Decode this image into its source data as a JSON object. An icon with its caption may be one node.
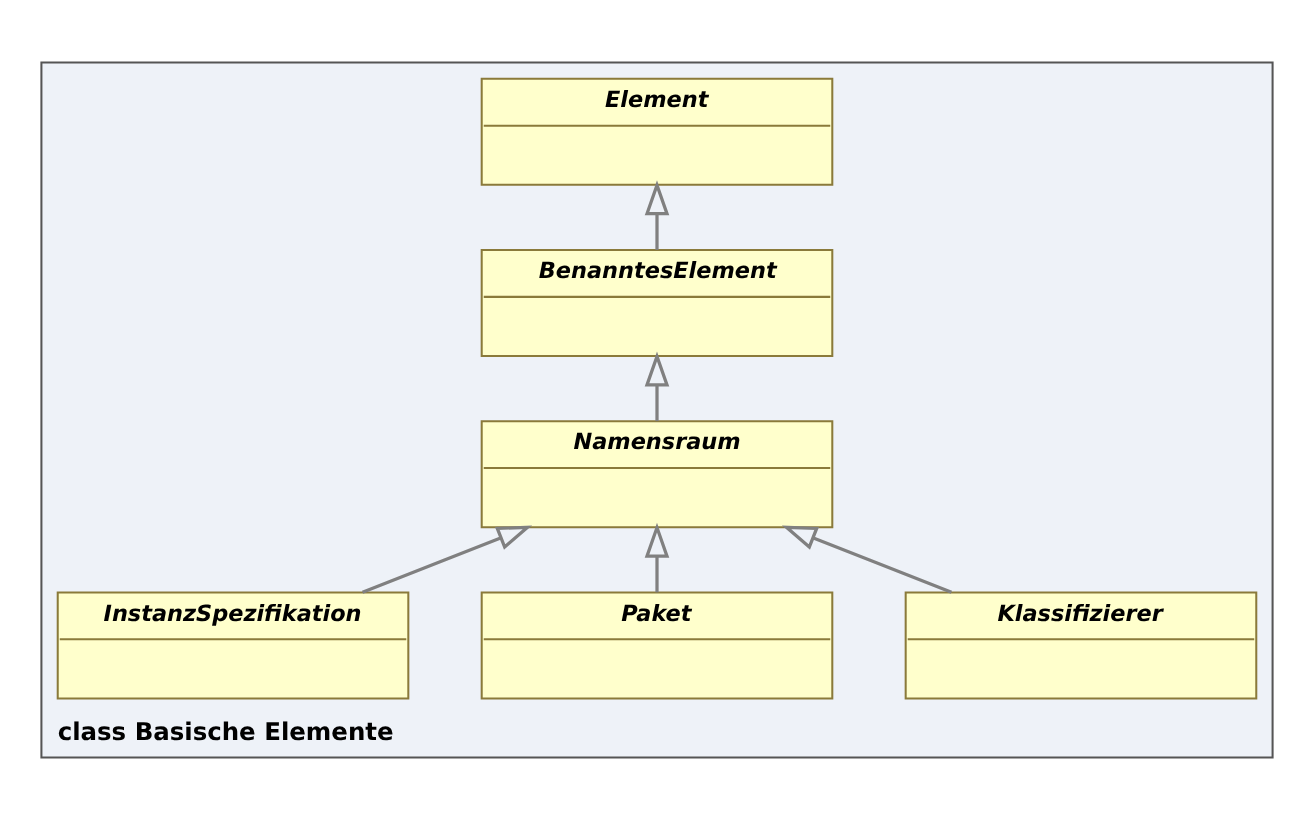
{
  "diagram": {
    "nodes": [
      {
        "text": [
          "class Basische Elemente"
        ]
      },
      {
        "text": [
          "Element"
        ],
        "in": 0
      },
      {
        "text": [
          "BenanntesElement"
        ],
        "in": 0
      },
      {
        "text": [
          "Namensraum"
        ],
        "in": 0
      },
      {
        "text": [
          "Klassifizierer"
        ],
        "in": 0
      },
      {
        "text": [
          "Paket"
        ],
        "in": 0
      },
      {
        "text": [
          "InstanzSpezifikation"
        ],
        "in": 0
      }
    ],
    "edges": [
      {
        "from": 2,
        "to": 1,
        "arrow": "to"
      },
      {
        "from": 3,
        "to": 2,
        "arrow": "to"
      },
      {
        "from": 4,
        "to": 3,
        "arrow": "to"
      },
      {
        "from": 5,
        "to": 3,
        "arrow": "to"
      },
      {
        "from": 6,
        "to": 3,
        "arrow": "to"
      }
    ]
  }
}
